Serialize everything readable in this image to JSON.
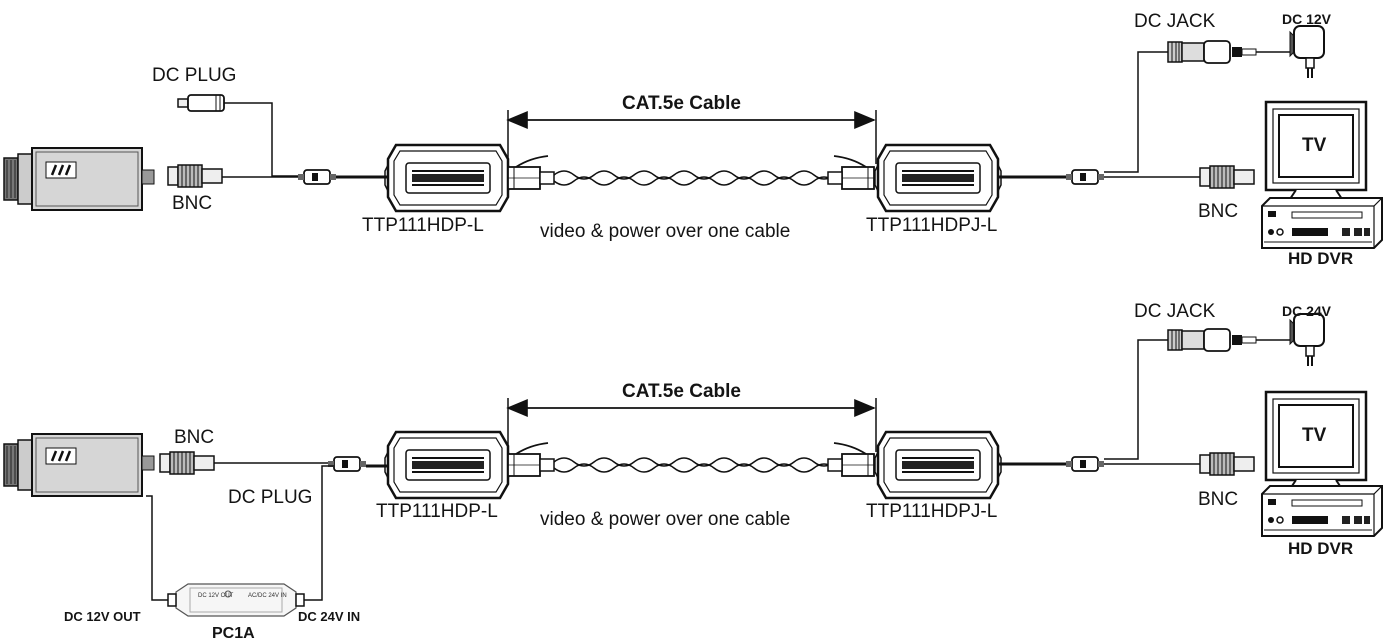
{
  "top": {
    "dc_plug": "DC PLUG",
    "bnc_cam": "BNC",
    "cable": "CAT.5e Cable",
    "left_unit": "TTP111HDP-L",
    "tagline": "video & power over one cable",
    "right_unit": "TTP111HDPJ-L",
    "dc_jack": "DC JACK",
    "adapter": "DC 12V",
    "tv": "TV",
    "bnc_dvr": "BNC",
    "dvr": "HD DVR"
  },
  "bottom": {
    "bnc_cam": "BNC",
    "dc_plug": "DC PLUG",
    "cable": "CAT.5e Cable",
    "left_unit": "TTP111HDP-L",
    "tagline": "video & power over one cable",
    "right_unit": "TTP111HDPJ-L",
    "dc_jack": "DC JACK",
    "adapter": "DC 24V",
    "tv": "TV",
    "bnc_dvr": "BNC",
    "dvr": "HD DVR",
    "out_label": "DC 12V OUT",
    "in_label": "DC 24V IN",
    "converter": "PC1A"
  },
  "icons": {
    "camera": "cctv-camera-icon",
    "transceiver": "video-balun-icon",
    "rj45": "rj45-connector-icon",
    "bnc": "bnc-connector-icon",
    "dc_plug": "dc-plug-icon",
    "dc_jack": "dc-jack-icon",
    "adapter": "power-adapter-icon",
    "monitor": "tv-monitor-icon",
    "dvr": "dvr-recorder-icon",
    "converter": "power-converter-icon"
  }
}
